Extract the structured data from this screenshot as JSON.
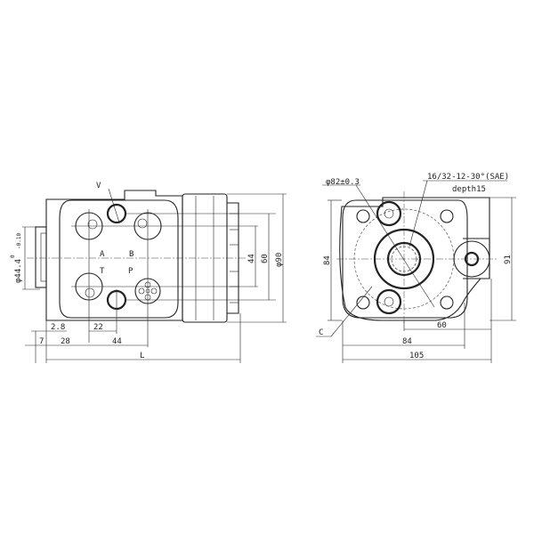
{
  "side_view": {
    "port_labels": {
      "a": "A",
      "b": "B",
      "t": "T",
      "p": "P",
      "v": "V"
    },
    "dims": {
      "flange_dia": "φ44.4",
      "flange_tol_upper": "0",
      "flange_tol_lower": "-0.10",
      "d44": "44",
      "d60": "60",
      "d90": "φ90",
      "d2_8": "2.8",
      "d22": "22",
      "d7": "7",
      "d28": "28",
      "d44_bottom": "44",
      "length": "L"
    }
  },
  "end_view": {
    "dims": {
      "bolt_circle": "φ82±0.3",
      "spline": "16/32-12-30°(SAE)",
      "depth": "depth15",
      "height84": "84",
      "height91": "91",
      "thread": "C",
      "w60": "60",
      "w84": "84",
      "w105": "105"
    }
  }
}
